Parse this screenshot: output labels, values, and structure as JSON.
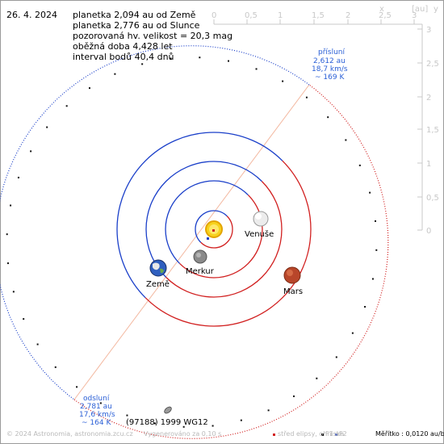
{
  "date": "26. 4. 2024",
  "info_lines": [
    "planetka 2,094 au od Země",
    "planetka 2,776 au od Slunce",
    "pozorovaná hv. velikost = 20,3 mag",
    "oběžná doba 4,428 let",
    "interval bodů 40,4 dnů"
  ],
  "axis": {
    "x_ticks": [
      "0",
      "0,5",
      "1",
      "1,5",
      "2",
      "2,5",
      "3"
    ],
    "x_label": "x",
    "unit": "[au]",
    "y_label": "y",
    "y_ticks": [
      "3",
      "2,5",
      "2",
      "1,5",
      "1",
      "0,5",
      "0"
    ]
  },
  "perihelion": {
    "title": "přísluní",
    "distance": "2,612 au",
    "speed": "18,7 km/s",
    "temp": "~ 169 K"
  },
  "aphelion": {
    "title": "odsluní",
    "distance": "2,781 au",
    "speed": "17,6 km/s",
    "temp": "~ 164 K"
  },
  "planets": {
    "venus": "Venuše",
    "mercury": "Merkur",
    "earth": "Země",
    "mars": "Mars"
  },
  "asteroid_name": "(97188) 1999 WG12",
  "footer": {
    "copyright": "© 2024 Astronomia, astronomia.zcu.cz",
    "generated": "Vygenerováno za 0,10 s",
    "legend_center": "střed elipsy, ohniska",
    "f1": "F1 a",
    "f2": "F2",
    "scale": "Měřítko : 0,0120 au/bod"
  },
  "colors": {
    "orbit_blue": "#1a3fc9",
    "orbit_red": "#d11f1f",
    "axis_grey": "#c8c8c8",
    "label_blue": "#2a5fd6"
  }
}
